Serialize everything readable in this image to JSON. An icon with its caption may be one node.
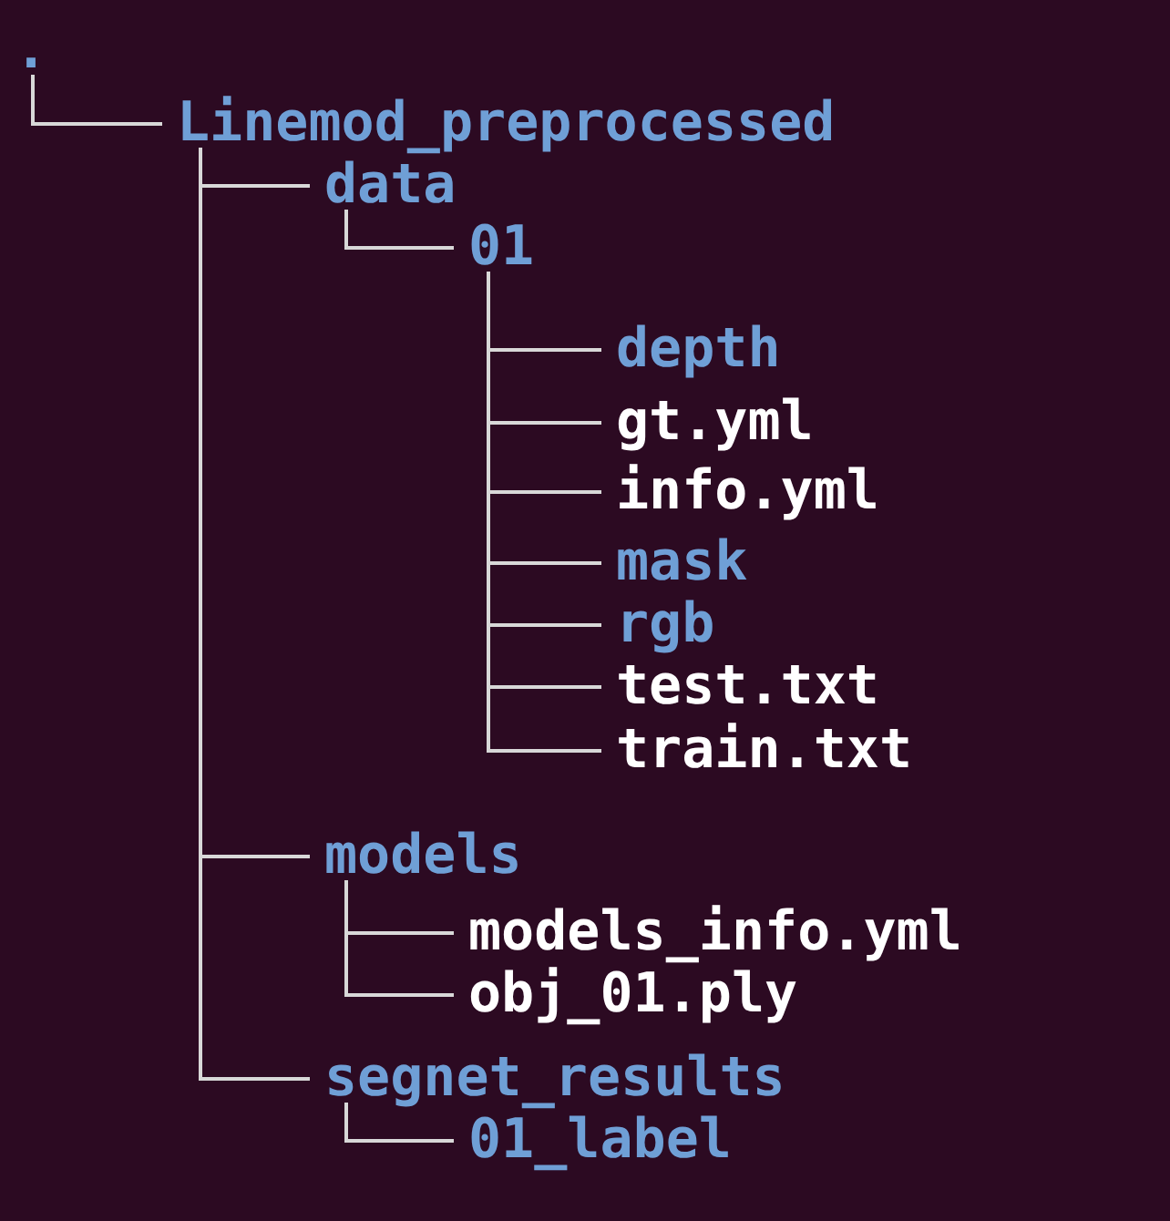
{
  "diagram": {
    "nodes": [
      {
        "text": [
          "."
        ]
      },
      {
        "text": [
          "Linemod_preprocessed"
        ]
      },
      {
        "text": [
          "data"
        ]
      },
      {
        "text": [
          "01"
        ]
      },
      {
        "text": [
          "depth"
        ]
      },
      {
        "text": [
          "gt.yml"
        ]
      },
      {
        "text": [
          "info.yml"
        ]
      },
      {
        "text": [
          "mask"
        ]
      },
      {
        "text": [
          "rgb"
        ]
      },
      {
        "text": [
          "test.txt"
        ]
      },
      {
        "text": [
          "train.txt"
        ]
      },
      {
        "text": [
          "models"
        ]
      },
      {
        "text": [
          "models_info.yml"
        ]
      },
      {
        "text": [
          "obj_01.ply"
        ]
      },
      {
        "text": [
          "segnet_results"
        ]
      },
      {
        "text": [
          "01_label"
        ]
      }
    ],
    "edges": [
      {
        "from": 0,
        "to": 1,
        "arrow": "none"
      },
      {
        "from": 1,
        "to": 2,
        "arrow": "none"
      },
      {
        "from": 2,
        "to": 3,
        "arrow": "none"
      },
      {
        "from": 3,
        "to": 4,
        "arrow": "none"
      },
      {
        "from": 3,
        "to": 5,
        "arrow": "none"
      },
      {
        "from": 3,
        "to": 6,
        "arrow": "none"
      },
      {
        "from": 3,
        "to": 7,
        "arrow": "none"
      },
      {
        "from": 3,
        "to": 8,
        "arrow": "none"
      },
      {
        "from": 3,
        "to": 9,
        "arrow": "none"
      },
      {
        "from": 3,
        "to": 10,
        "arrow": "none"
      },
      {
        "from": 1,
        "to": 11,
        "arrow": "none"
      },
      {
        "from": 11,
        "to": 12,
        "arrow": "none"
      },
      {
        "from": 11,
        "to": 13,
        "arrow": "none"
      },
      {
        "from": 1,
        "to": 14,
        "arrow": "none"
      },
      {
        "from": 14,
        "to": 15,
        "arrow": "none"
      }
    ]
  }
}
